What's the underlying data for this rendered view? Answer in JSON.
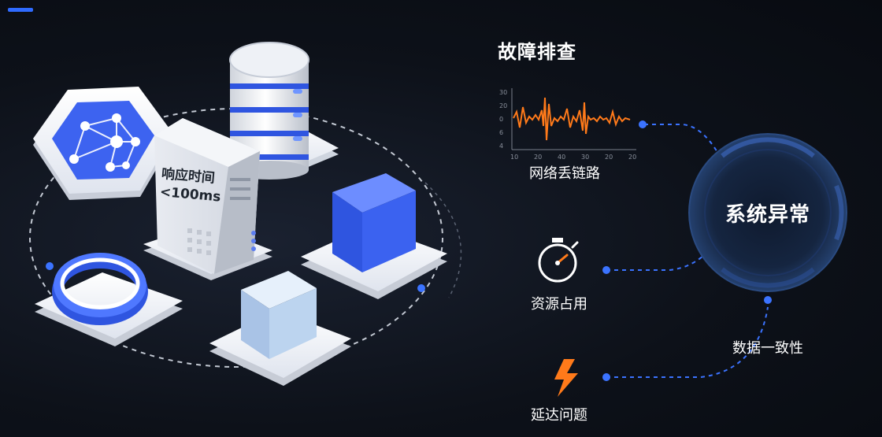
{
  "title": "故障排查",
  "center_label": "系统异常",
  "server_label": {
    "line1": "响应时间",
    "line2": "<100ms"
  },
  "branches": [
    {
      "label": "网络丢链路",
      "icon": "waveform-chart-icon"
    },
    {
      "label": "资源占用",
      "icon": "stopwatch-icon"
    },
    {
      "label": "延达问题",
      "icon": "lightning-icon"
    },
    {
      "label": "数据一致性",
      "icon": ""
    }
  ],
  "waveform_axis": {
    "y_ticks": [
      "30",
      "20",
      "0",
      "6",
      "4"
    ],
    "x_ticks": [
      "10",
      "20",
      "40",
      "30",
      "20",
      "20"
    ]
  },
  "colors": {
    "accent": "#2f6bff",
    "waveform": "#ff7a1a",
    "lightning": "#ff7a1a",
    "connector_dots": "#3b73ff",
    "cube_dark": "#3b62f0",
    "cube_light": "#bcd4ef"
  }
}
